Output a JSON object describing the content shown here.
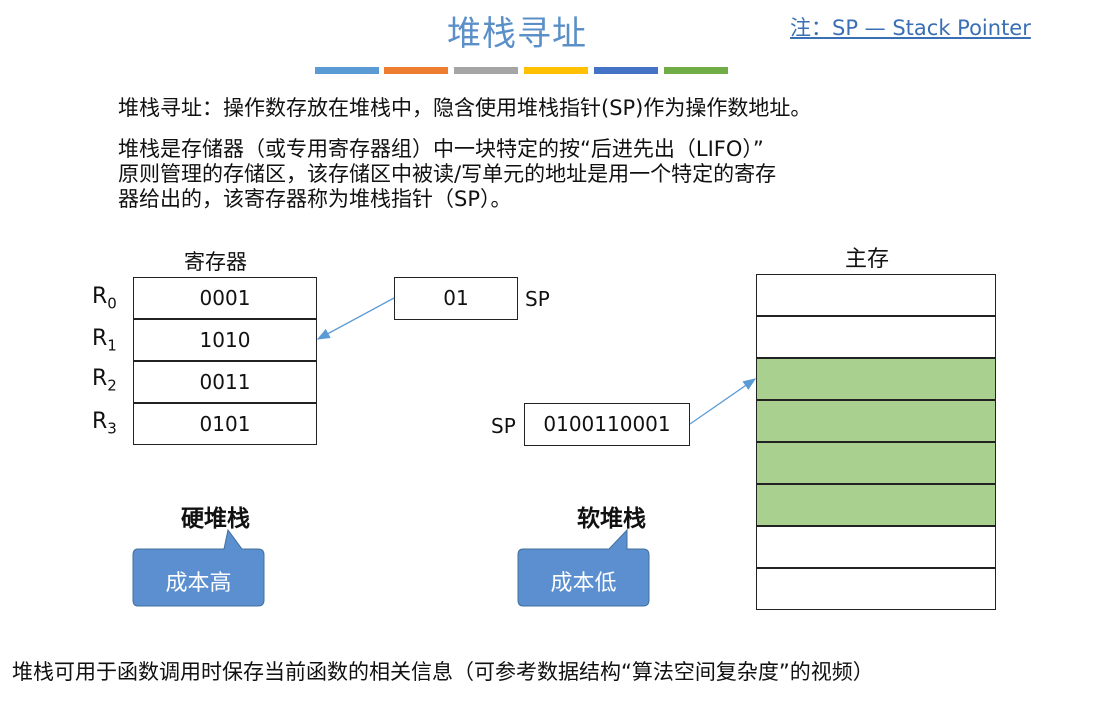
{
  "header": {
    "title": "堆栈寻址",
    "note": "注：SP — Stack Pointer",
    "color_bars": [
      "#5b9bd5",
      "#ed7d31",
      "#a5a5a5",
      "#ffc000",
      "#4472c4",
      "#70ad47"
    ]
  },
  "text": {
    "line1": "堆栈寻址：操作数存放在堆栈中，隐含使用堆栈指针(SP)作为操作数地址。",
    "para2_lines": [
      "堆栈是存储器（或专用寄存器组）中一块特定的按“后进先出（LIFO）”",
      "原则管理的存储区，该存储区中被读/写单元的地址是用一个特定的寄存",
      "器给出的，该寄存器称为堆栈指针（SP）。"
    ],
    "bottom": "堆栈可用于函数调用时保存当前函数的相关信息（可参考数据结构“算法空间复杂度”的视频）"
  },
  "registers": {
    "title": "寄存器",
    "rows": [
      {
        "name": "R",
        "sub": "0",
        "value": "0001"
      },
      {
        "name": "R",
        "sub": "1",
        "value": "1010"
      },
      {
        "name": "R",
        "sub": "2",
        "value": "0011"
      },
      {
        "name": "R",
        "sub": "3",
        "value": "0101"
      }
    ]
  },
  "hard_sp": {
    "value": "01",
    "label": "SP"
  },
  "soft_sp": {
    "value": "0100110001",
    "label": "SP"
  },
  "memory": {
    "title": "主存",
    "cells": [
      false,
      false,
      true,
      true,
      true,
      true,
      false,
      false
    ],
    "fill_color": "#a9d08e"
  },
  "hard_stack": {
    "label": "硬堆栈",
    "callout": "成本高"
  },
  "soft_stack": {
    "label": "软堆栈",
    "callout": "成本低"
  },
  "callout_color": "#5b8fd0"
}
